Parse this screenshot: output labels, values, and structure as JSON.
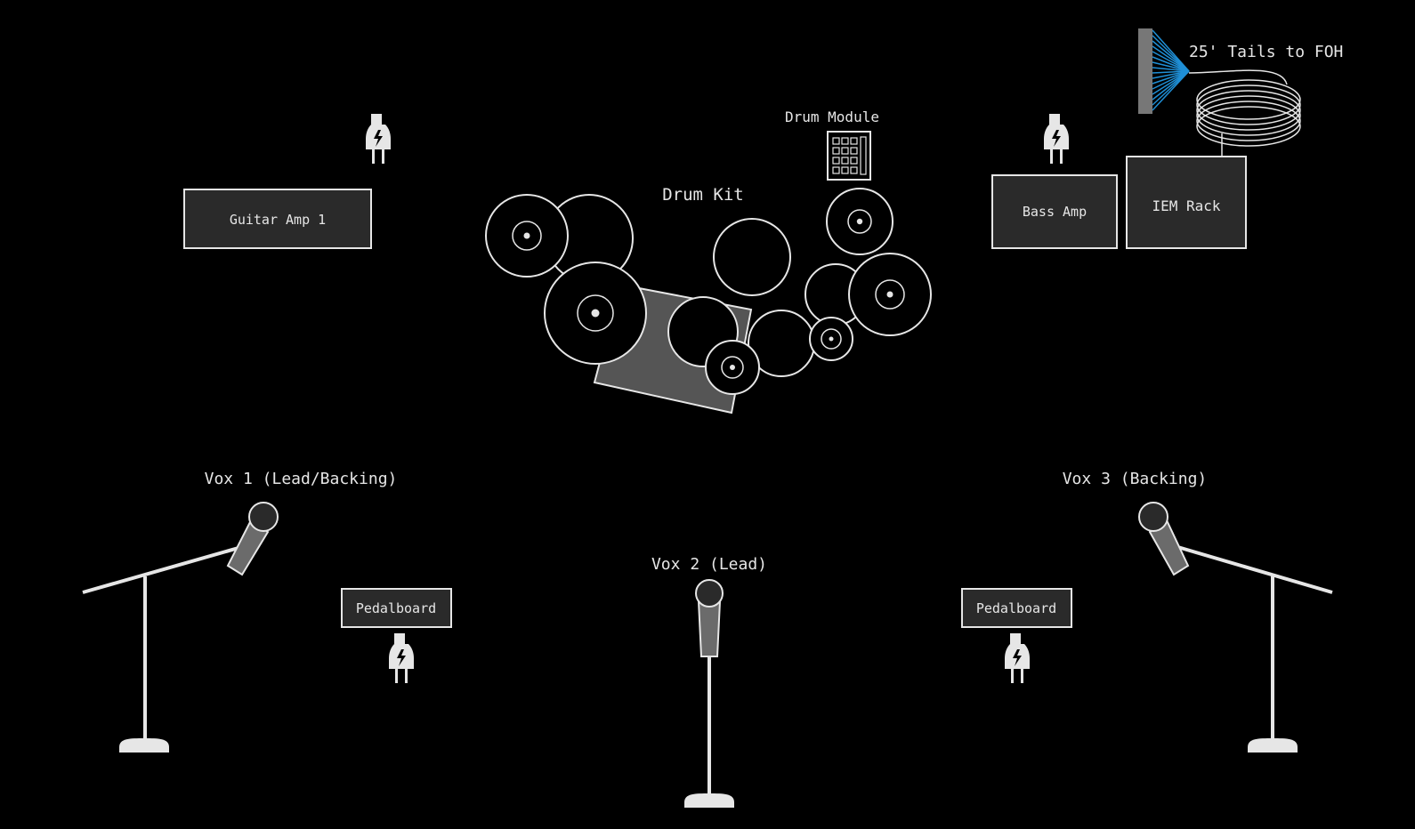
{
  "labels": {
    "tails": "25' Tails to FOH",
    "drum_module": "Drum Module",
    "drum_kit": "Drum Kit",
    "guitar_amp": "Guitar Amp 1",
    "bass_amp": "Bass Amp",
    "iem_rack": "IEM Rack",
    "vox1": "Vox 1 (Lead/Backing)",
    "vox2": "Vox 2 (Lead)",
    "vox3": "Vox 3 (Backing)",
    "pedalboard_left": "Pedalboard",
    "pedalboard_right": "Pedalboard"
  },
  "icons": {
    "power": "power-plug-icon",
    "snake": "snake-fanout-icon",
    "mic": "microphone-icon",
    "cymbal": "cymbal-icon",
    "drum": "drum-icon"
  },
  "colors": {
    "background": "#000000",
    "line": "#e6e6e6",
    "fill": "#2a2a2a",
    "drum_riser": "#555555",
    "snake_accent": "#1f8fd6"
  }
}
